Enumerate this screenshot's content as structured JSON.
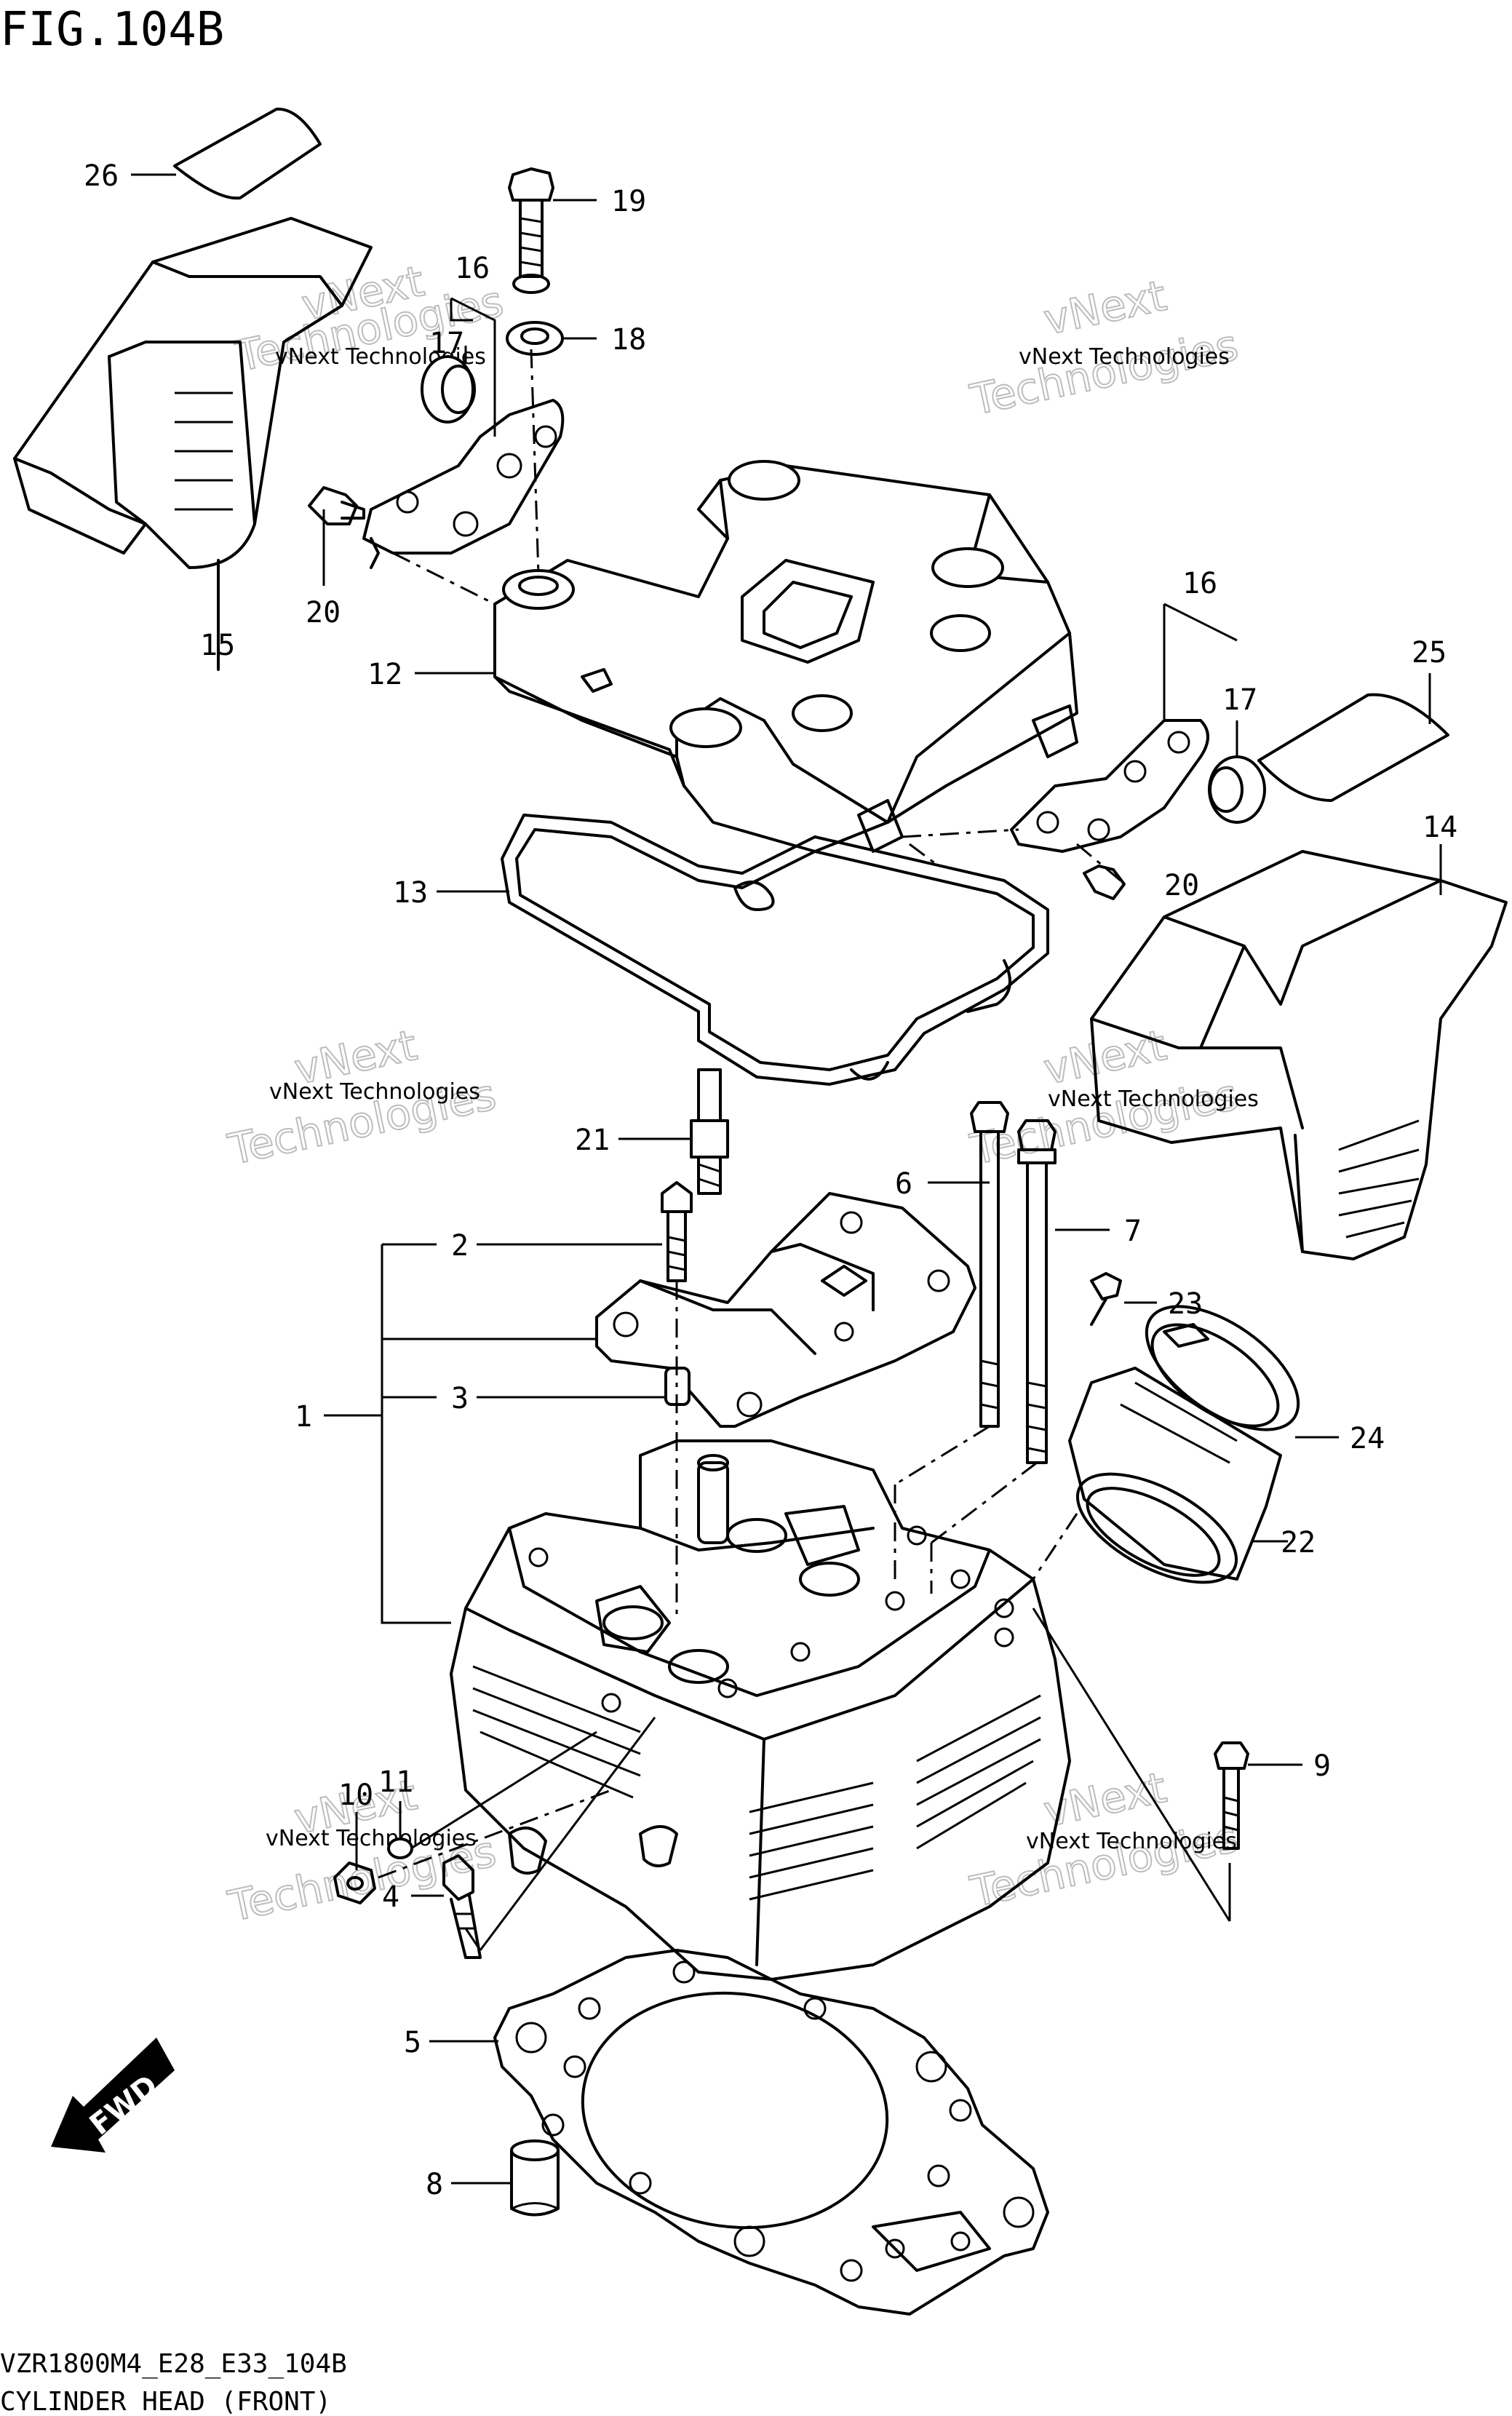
{
  "figure": {
    "title": "FIG.104B",
    "model_code": "VZR1800M4_E28_E33_104B",
    "caption": "CYLINDER HEAD (FRONT)"
  },
  "watermark": {
    "line1": "vNext Technologies",
    "line2": "Technologies",
    "line3": "vNext"
  },
  "direction_badge": "FWD",
  "callouts": {
    "c1": "1",
    "c2": "2",
    "c3": "3",
    "c4": "4",
    "c5": "5",
    "c6": "6",
    "c7": "7",
    "c8": "8",
    "c9": "9",
    "c10": "10",
    "c11": "11",
    "c12": "12",
    "c13": "13",
    "c14": "14",
    "c15": "15",
    "c16a": "16",
    "c16b": "16",
    "c17a": "17",
    "c17b": "17",
    "c18": "18",
    "c19": "19",
    "c20a": "20",
    "c20b": "20",
    "c21": "21",
    "c22": "22",
    "c23": "23",
    "c24": "24",
    "c25": "25",
    "c26": "26"
  }
}
